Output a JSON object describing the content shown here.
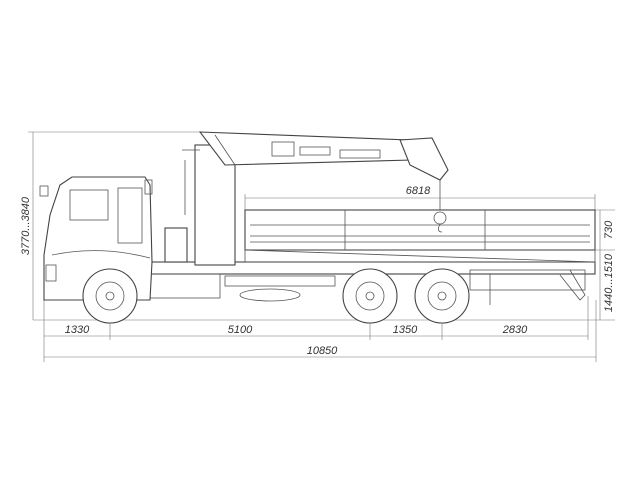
{
  "drawing": {
    "dimensions": {
      "front_overhang": "1330",
      "wheelbase_front": "5100",
      "tandem_spacing": "1350",
      "rear_overhang": "2830",
      "overall_length": "10850",
      "platform_length": "6818",
      "overall_height": "3770...3840",
      "side_height": "730",
      "platform_height": "1440...1510"
    },
    "line_color": "#555555",
    "background": "#ffffff"
  }
}
